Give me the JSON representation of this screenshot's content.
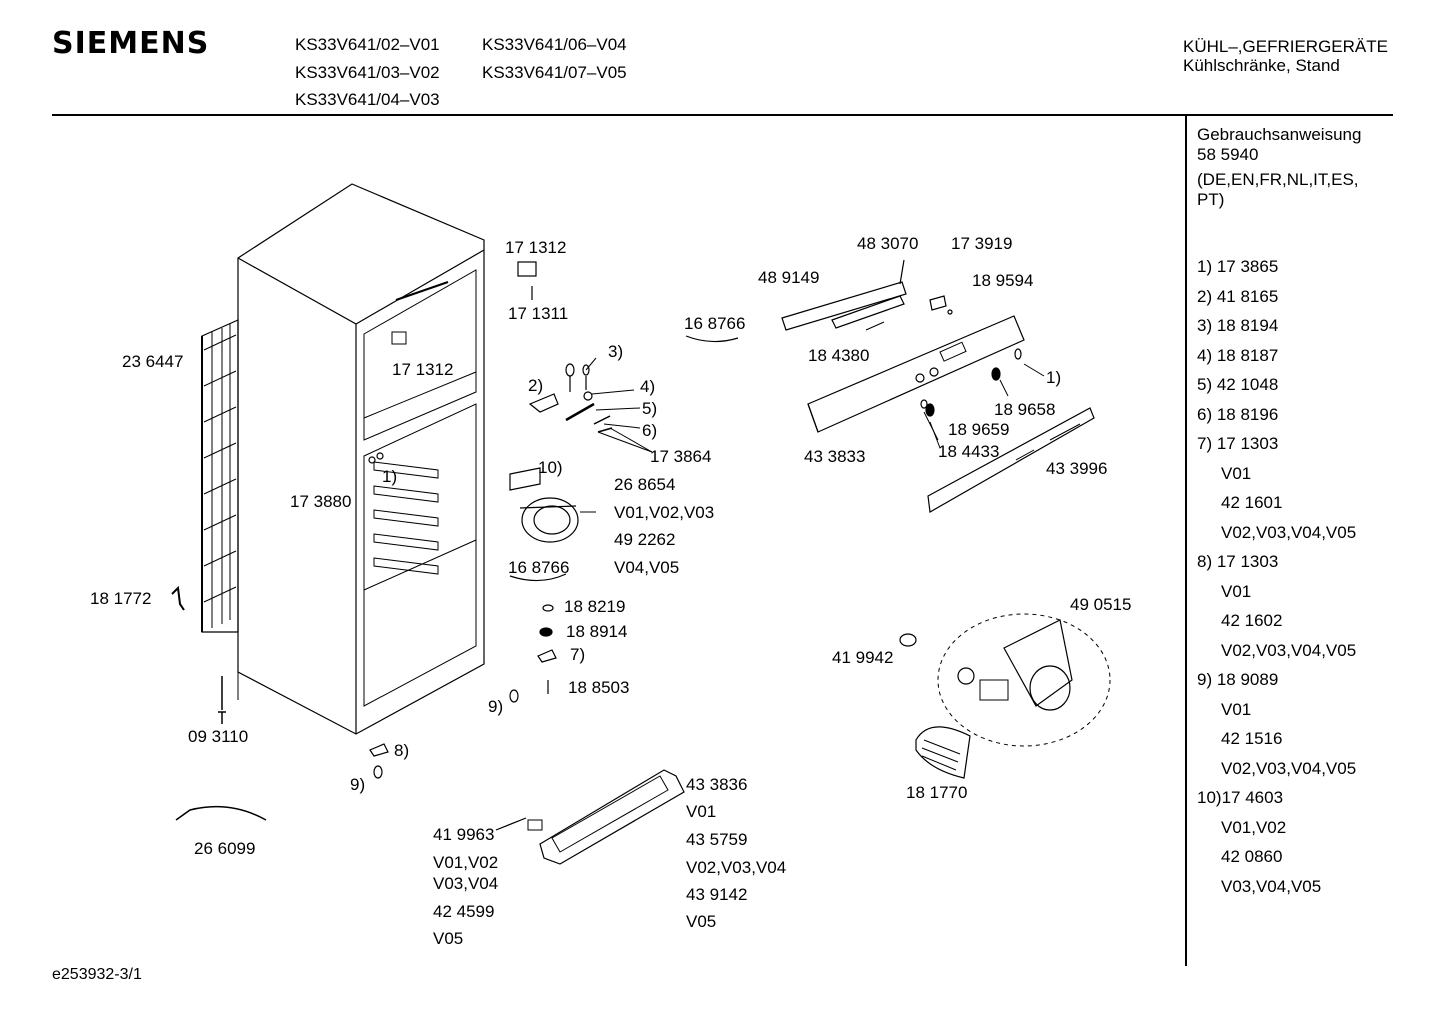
{
  "header": {
    "brand": "SIEMENS",
    "models": [
      "KS33V641/02–V01",
      "KS33V641/03–V02",
      "KS33V641/04–V03",
      "KS33V641/06–V04",
      "KS33V641/07–V05"
    ],
    "category_line1": "KÜHL–,GEFRIERGERÄTE",
    "category_line2": "Kühlschränke, Stand"
  },
  "sidebar": {
    "manual_title": "Gebrauchsanweisung",
    "manual_number": "58 5940",
    "languages_line1": "(DE,EN,FR,NL,IT,ES,",
    "languages_line2": "PT)",
    "parts": [
      {
        "text": "1) 17 3865",
        "sub": false
      },
      {
        "text": "2) 41 8165",
        "sub": false
      },
      {
        "text": "3) 18 8194",
        "sub": false
      },
      {
        "text": "4) 18 8187",
        "sub": false
      },
      {
        "text": "5) 42 1048",
        "sub": false
      },
      {
        "text": "6) 18 8196",
        "sub": false
      },
      {
        "text": "7) 17 1303",
        "sub": false
      },
      {
        "text": "V01",
        "sub": true
      },
      {
        "text": "42 1601",
        "sub": true
      },
      {
        "text": "V02,V03,V04,V05",
        "sub": true
      },
      {
        "text": "8) 17 1303",
        "sub": false
      },
      {
        "text": "V01",
        "sub": true
      },
      {
        "text": "42 1602",
        "sub": true
      },
      {
        "text": "V02,V03,V04,V05",
        "sub": true
      },
      {
        "text": "9) 18 9089",
        "sub": false
      },
      {
        "text": "V01",
        "sub": true
      },
      {
        "text": "42 1516",
        "sub": true
      },
      {
        "text": "V02,V03,V04,V05",
        "sub": true
      },
      {
        "text": "10)17 4603",
        "sub": false
      },
      {
        "text": "V01,V02",
        "sub": true
      },
      {
        "text": "42 0860",
        "sub": true
      },
      {
        "text": "V03,V04,V05",
        "sub": true
      }
    ]
  },
  "diagram": {
    "labels": [
      {
        "id": "l-236447",
        "text": "23 6447"
      },
      {
        "id": "l-181772",
        "text": "18 1772"
      },
      {
        "id": "l-093110",
        "text": "09 3110"
      },
      {
        "id": "l-173880",
        "text": "17 3880"
      },
      {
        "id": "l-1a",
        "text": "1)"
      },
      {
        "id": "l-171312a",
        "text": "17 1312"
      },
      {
        "id": "l-171311",
        "text": "17 1311"
      },
      {
        "id": "l-171312b",
        "text": "17 1312"
      },
      {
        "id": "l-3",
        "text": "3)"
      },
      {
        "id": "l-2",
        "text": "2)"
      },
      {
        "id": "l-4",
        "text": "4)"
      },
      {
        "id": "l-5",
        "text": "5)"
      },
      {
        "id": "l-6",
        "text": "6)"
      },
      {
        "id": "l-173864",
        "text": "17 3864"
      },
      {
        "id": "l-10",
        "text": "10)"
      },
      {
        "id": "l-268654",
        "text": "26 8654"
      },
      {
        "id": "l-v010203",
        "text": "V01,V02,V03"
      },
      {
        "id": "l-492262",
        "text": "49 2262"
      },
      {
        "id": "l-v0405",
        "text": "V04,V05"
      },
      {
        "id": "l-168766a",
        "text": "16 8766"
      },
      {
        "id": "l-168766b",
        "text": "16 8766"
      },
      {
        "id": "l-188219",
        "text": "18 8219"
      },
      {
        "id": "l-188914",
        "text": "18 8914"
      },
      {
        "id": "l-7",
        "text": "7)"
      },
      {
        "id": "l-188503",
        "text": "18 8503"
      },
      {
        "id": "l-9a",
        "text": "9)"
      },
      {
        "id": "l-8",
        "text": "8)"
      },
      {
        "id": "l-9b",
        "text": "9)"
      },
      {
        "id": "l-266099",
        "text": "26 6099"
      },
      {
        "id": "l-483070",
        "text": "48 3070"
      },
      {
        "id": "l-173919",
        "text": "17 3919"
      },
      {
        "id": "l-489149",
        "text": "48 9149"
      },
      {
        "id": "l-189594",
        "text": "18 9594"
      },
      {
        "id": "l-184380",
        "text": "18 4380"
      },
      {
        "id": "l-1b",
        "text": "1)"
      },
      {
        "id": "l-189658",
        "text": "18 9658"
      },
      {
        "id": "l-189659",
        "text": "18 9659"
      },
      {
        "id": "l-184433",
        "text": "18 4433"
      },
      {
        "id": "l-433833",
        "text": "43 3833"
      },
      {
        "id": "l-433996",
        "text": "43 3996"
      },
      {
        "id": "l-490515",
        "text": "49 0515"
      },
      {
        "id": "l-419942",
        "text": "41 9942"
      },
      {
        "id": "l-181770",
        "text": "18 1770"
      },
      {
        "id": "l-433836",
        "text": "43 3836"
      },
      {
        "id": "l-v01a",
        "text": "V01"
      },
      {
        "id": "l-435759",
        "text": "43 5759"
      },
      {
        "id": "l-v020304",
        "text": "V02,V03,V04"
      },
      {
        "id": "l-439142",
        "text": "43 9142"
      },
      {
        "id": "l-v05a",
        "text": "V05"
      },
      {
        "id": "l-419963",
        "text": "41 9963"
      },
      {
        "id": "l-v0102",
        "text": "V01,V02"
      },
      {
        "id": "l-v0304",
        "text": "V03,V04"
      },
      {
        "id": "l-424599",
        "text": "42 4599"
      },
      {
        "id": "l-v05b",
        "text": "V05"
      }
    ]
  },
  "footer": {
    "code": "e253932-3/1"
  }
}
